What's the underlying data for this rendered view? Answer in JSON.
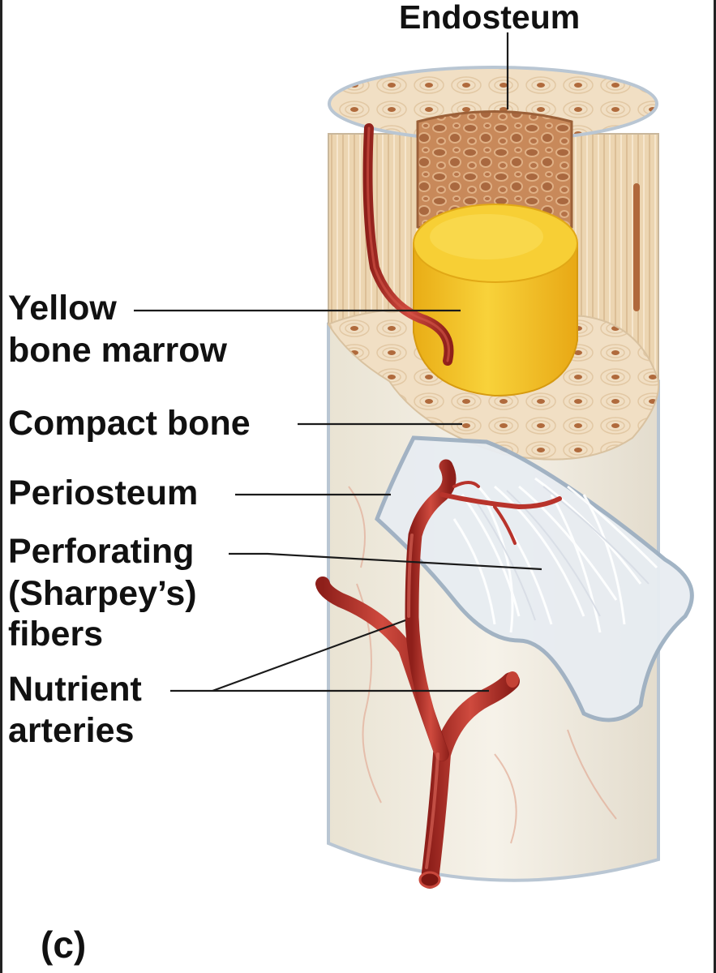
{
  "labels": {
    "endosteum": "Endosteum",
    "yellow_marrow_line1": "Yellow",
    "yellow_marrow_line2": "bone marrow",
    "compact_bone": "Compact bone",
    "periosteum": "Periosteum",
    "perforating_line1": "Perforating",
    "perforating_line2": "(Sharpey’s)",
    "perforating_line3": "fibers",
    "nutrient_line1": "Nutrient",
    "nutrient_line2": "arteries",
    "panel": "(c)"
  },
  "colors": {
    "bone_outer": "#f1ede3",
    "periosteum_edge": "#aebdcc",
    "compact_bone": "#f0dcc0",
    "spongy_bone": "#c78a5a",
    "yellow_marrow": "#f2c328",
    "artery": "#b8332b",
    "fibers": "#ffffff"
  }
}
